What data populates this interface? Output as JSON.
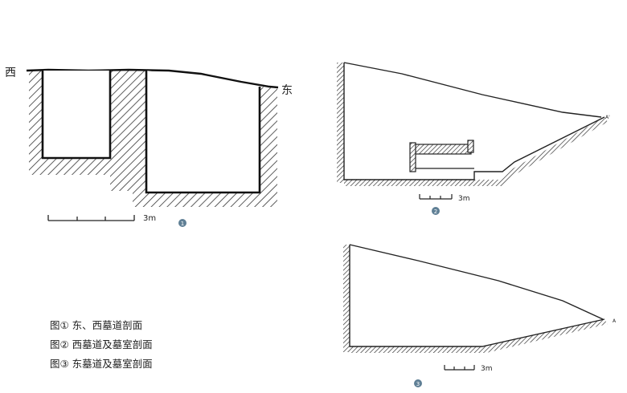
{
  "figure1": {
    "west_label": "西",
    "east_label": "东",
    "scale_label": "3m",
    "badge": "1"
  },
  "figure2": {
    "point_label": "A'",
    "scale_label": "3m",
    "badge": "2"
  },
  "figure3": {
    "point_label": "A",
    "scale_label": "3m",
    "badge": "3"
  },
  "captions": [
    "图① 东、西墓道剖面",
    "图② 西墓道及墓室剖面",
    "图③ 东墓道及墓室剖面"
  ]
}
